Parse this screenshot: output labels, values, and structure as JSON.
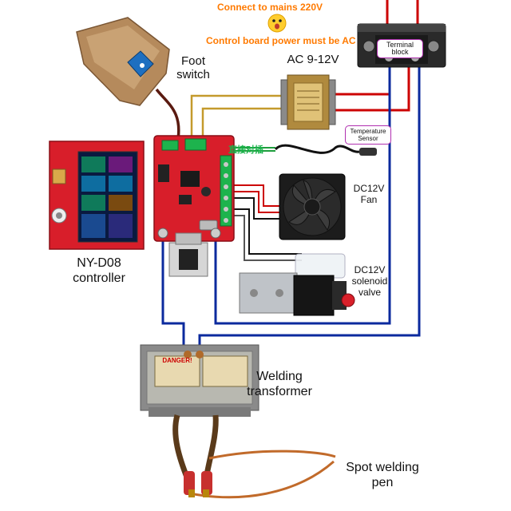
{
  "warnings": {
    "mains": "Connect to mains 220V",
    "board_power": "Control board power must be AC"
  },
  "labels": {
    "terminal_block": "Terminal block",
    "foot_switch": "Foot switch",
    "ac_9_12v": "AC 9-12V",
    "temperature_sensor": "Temperature Sensor",
    "direct_plug": "直接对插",
    "fan": "DC12V Fan",
    "solenoid_valve": "DC12V solenoid valve",
    "controller": "NY-D08 controller",
    "welding_transformer": "Welding transformer",
    "spot_welding_pen": "Spot welding pen",
    "danger_plate": "DANGER!"
  },
  "colors": {
    "warning_text": "#ff7a00",
    "direct_plug_text": "#19b34a",
    "sensor_box_border": "#b030b0",
    "mains_wire": "#cc0000",
    "low_voltage_wire": "#c49a2c",
    "transformer_wire": "#0b2a9e",
    "board_red": "#d81e2a"
  },
  "icons": {
    "warning": "surprised-face-emoji"
  }
}
